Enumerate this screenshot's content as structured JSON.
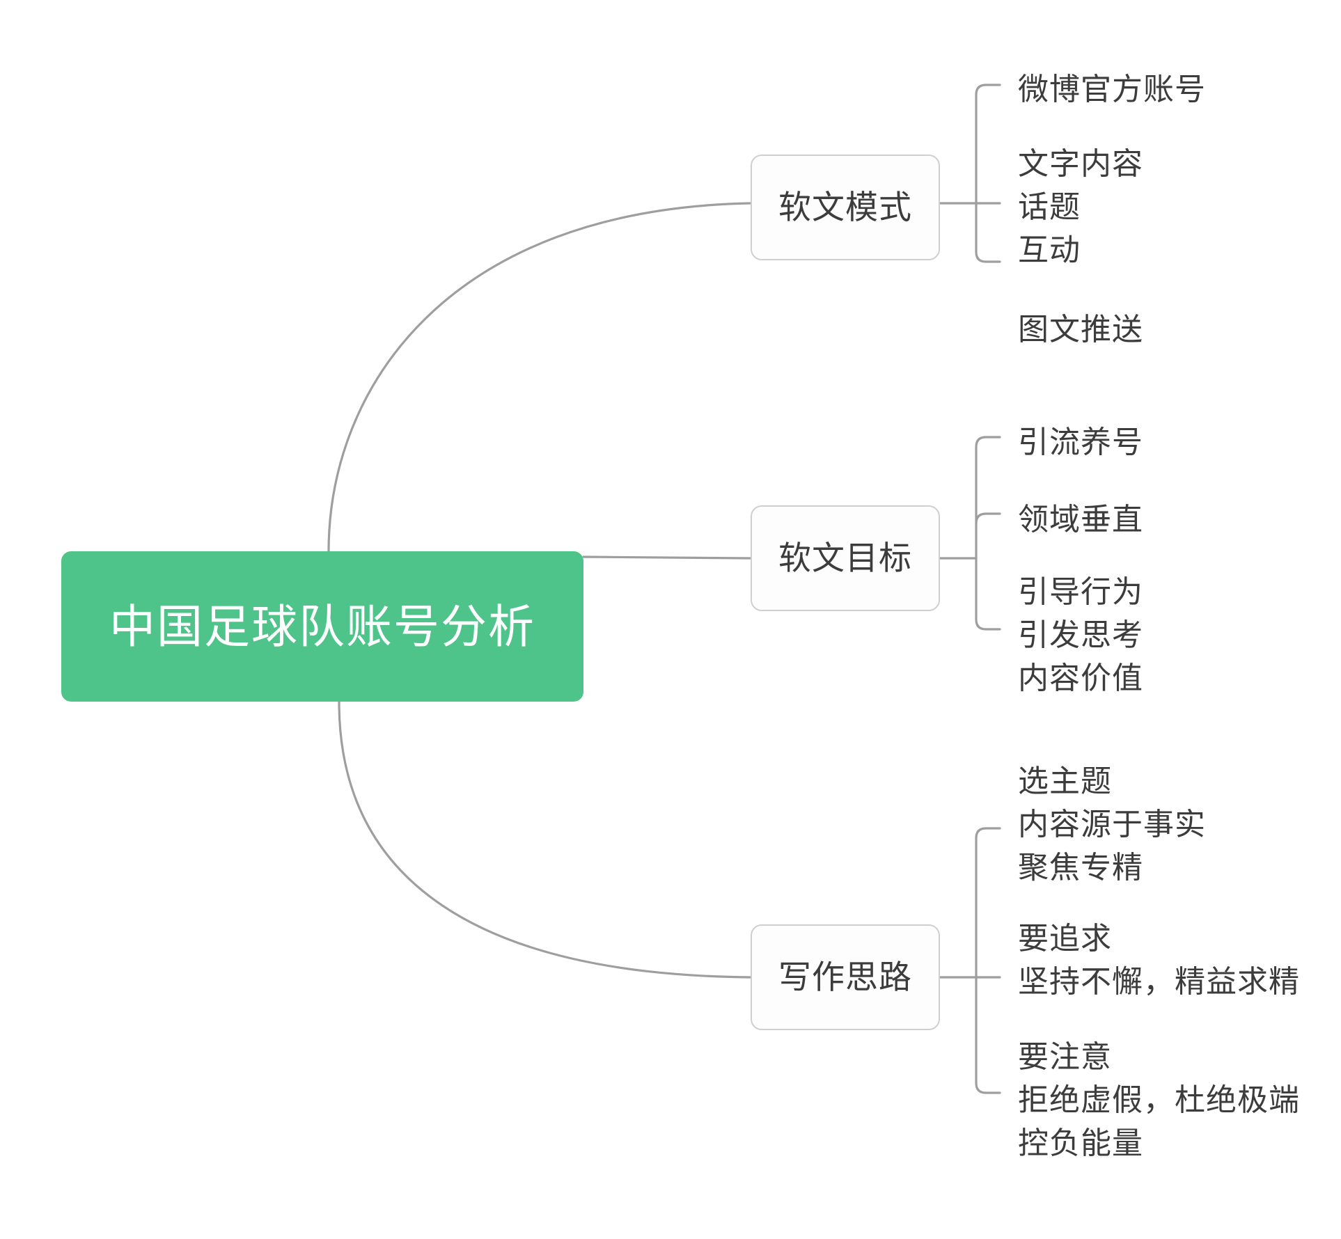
{
  "diagram": {
    "type": "mindmap",
    "title": "中国足球队账号分析",
    "root": {
      "label": "中国足球队账号分析",
      "fill_color": "#4fc48a",
      "text_color": "#ffffff"
    },
    "style": {
      "background_color": "#ffffff",
      "connector_color": "#9e9e9e",
      "node_border_color": "#cfcfcf",
      "node_fill_color": "#fdfdfd",
      "text_color": "#3c3c3c"
    },
    "branches": [
      {
        "label": "软文模式",
        "leaves": [
          {
            "lines": [
              "微博官方账号"
            ]
          },
          {
            "lines": [
              "文字内容",
              "话题",
              "互动"
            ]
          },
          {
            "lines": [
              "图文推送"
            ]
          }
        ]
      },
      {
        "label": "软文目标",
        "leaves": [
          {
            "lines": [
              "引流养号"
            ]
          },
          {
            "lines": [
              "领域垂直"
            ]
          },
          {
            "lines": [
              "引导行为",
              "引发思考",
              "内容价值"
            ]
          }
        ]
      },
      {
        "label": "写作思路",
        "leaves": [
          {
            "lines": [
              "选主题",
              "内容源于事实",
              "聚焦专精"
            ]
          },
          {
            "lines": [
              "要追求",
              "坚持不懈，精益求精"
            ]
          },
          {
            "lines": [
              "要注意",
              "拒绝虚假，杜绝极端",
              "控负能量"
            ]
          }
        ]
      }
    ]
  }
}
